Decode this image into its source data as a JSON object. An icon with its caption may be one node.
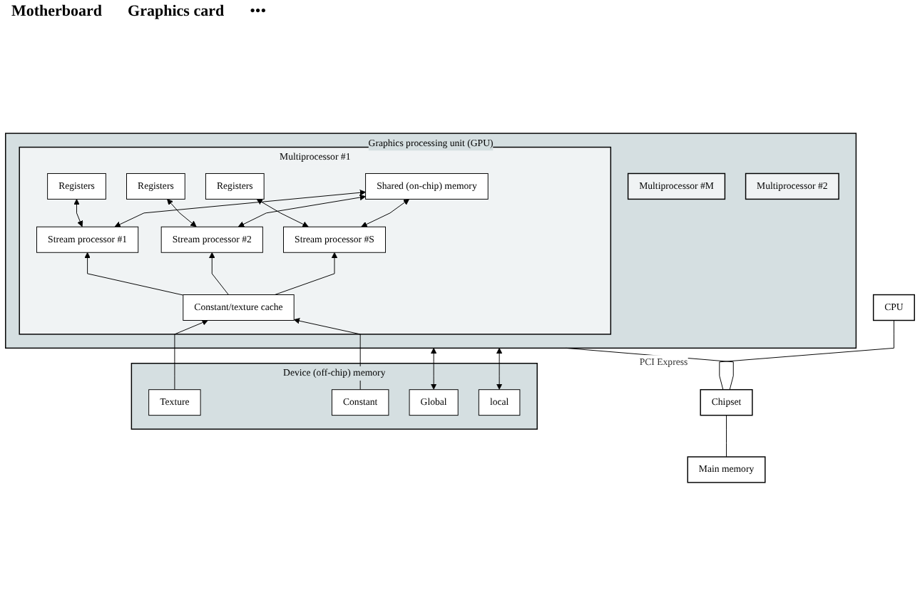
{
  "diagram": {
    "nodes": [
      {
        "text": [
          "CPU"
        ]
      },
      {
        "text": [
          "Chipset"
        ]
      },
      {
        "text": [
          "Main memory"
        ]
      },
      {
        "text": [
          "Graphics processing unit (GPU)"
        ]
      },
      {
        "text": [
          "Multiprocessor #M"
        ],
        "in": 3
      },
      {
        "text": [
          "Multiprocessor #2"
        ],
        "in": 3
      },
      {
        "text": [
          "Multiprocessor #1"
        ],
        "in": 3
      },
      {
        "text": [
          "Shared (on-chip) memory"
        ],
        "in": 6
      },
      {
        "text": [
          "Registers"
        ],
        "in": 6
      },
      {
        "text": [
          "Registers"
        ],
        "in": 6
      },
      {
        "text": [
          "Registers"
        ],
        "in": 6
      },
      {
        "text": [
          "Stream processor #1"
        ],
        "in": 6
      },
      {
        "text": [
          "Stream processor #2"
        ],
        "in": 6
      },
      {
        "text": [
          "Stream processor #S"
        ],
        "in": 6
      },
      {
        "text": [
          "Constant/texture cache"
        ],
        "in": 6
      },
      {
        "text": [
          "Device (off-chip) memory"
        ]
      },
      {
        "text": [
          "Texture"
        ],
        "in": 15
      },
      {
        "text": [
          "Constant"
        ],
        "in": 15
      },
      {
        "text": [
          "Global"
        ],
        "in": 15
      },
      {
        "text": [
          "local"
        ],
        "in": 15
      }
    ],
    "edges": [
      {
        "from": 1,
        "to": 0,
        "arrow": "none"
      },
      {
        "from": 2,
        "to": 1,
        "arrow": "none"
      },
      {
        "from": 1,
        "to": 3,
        "arrow": "none",
        "label": "PCI Express"
      },
      {
        "from": 11,
        "to": 8,
        "arrow": "both"
      },
      {
        "from": 12,
        "to": 9,
        "arrow": "both"
      },
      {
        "from": 13,
        "to": 10,
        "arrow": "both"
      },
      {
        "from": 11,
        "to": 7,
        "arrow": "both"
      },
      {
        "from": 12,
        "to": 7,
        "arrow": "both"
      },
      {
        "from": 13,
        "to": 7,
        "arrow": "both"
      },
      {
        "from": 14,
        "to": 11,
        "arrow": "to"
      },
      {
        "from": 14,
        "to": 12,
        "arrow": "to"
      },
      {
        "from": 14,
        "to": 13,
        "arrow": "to"
      },
      {
        "from": 16,
        "to": 14,
        "arrow": "to"
      },
      {
        "from": 17,
        "to": 14,
        "arrow": "to"
      },
      {
        "from": 18,
        "to": 3,
        "arrow": "both"
      },
      {
        "from": 19,
        "to": 3,
        "arrow": "both"
      }
    ],
    "labels": [
      "Motherboard",
      "Graphics card",
      "•••"
    ]
  }
}
